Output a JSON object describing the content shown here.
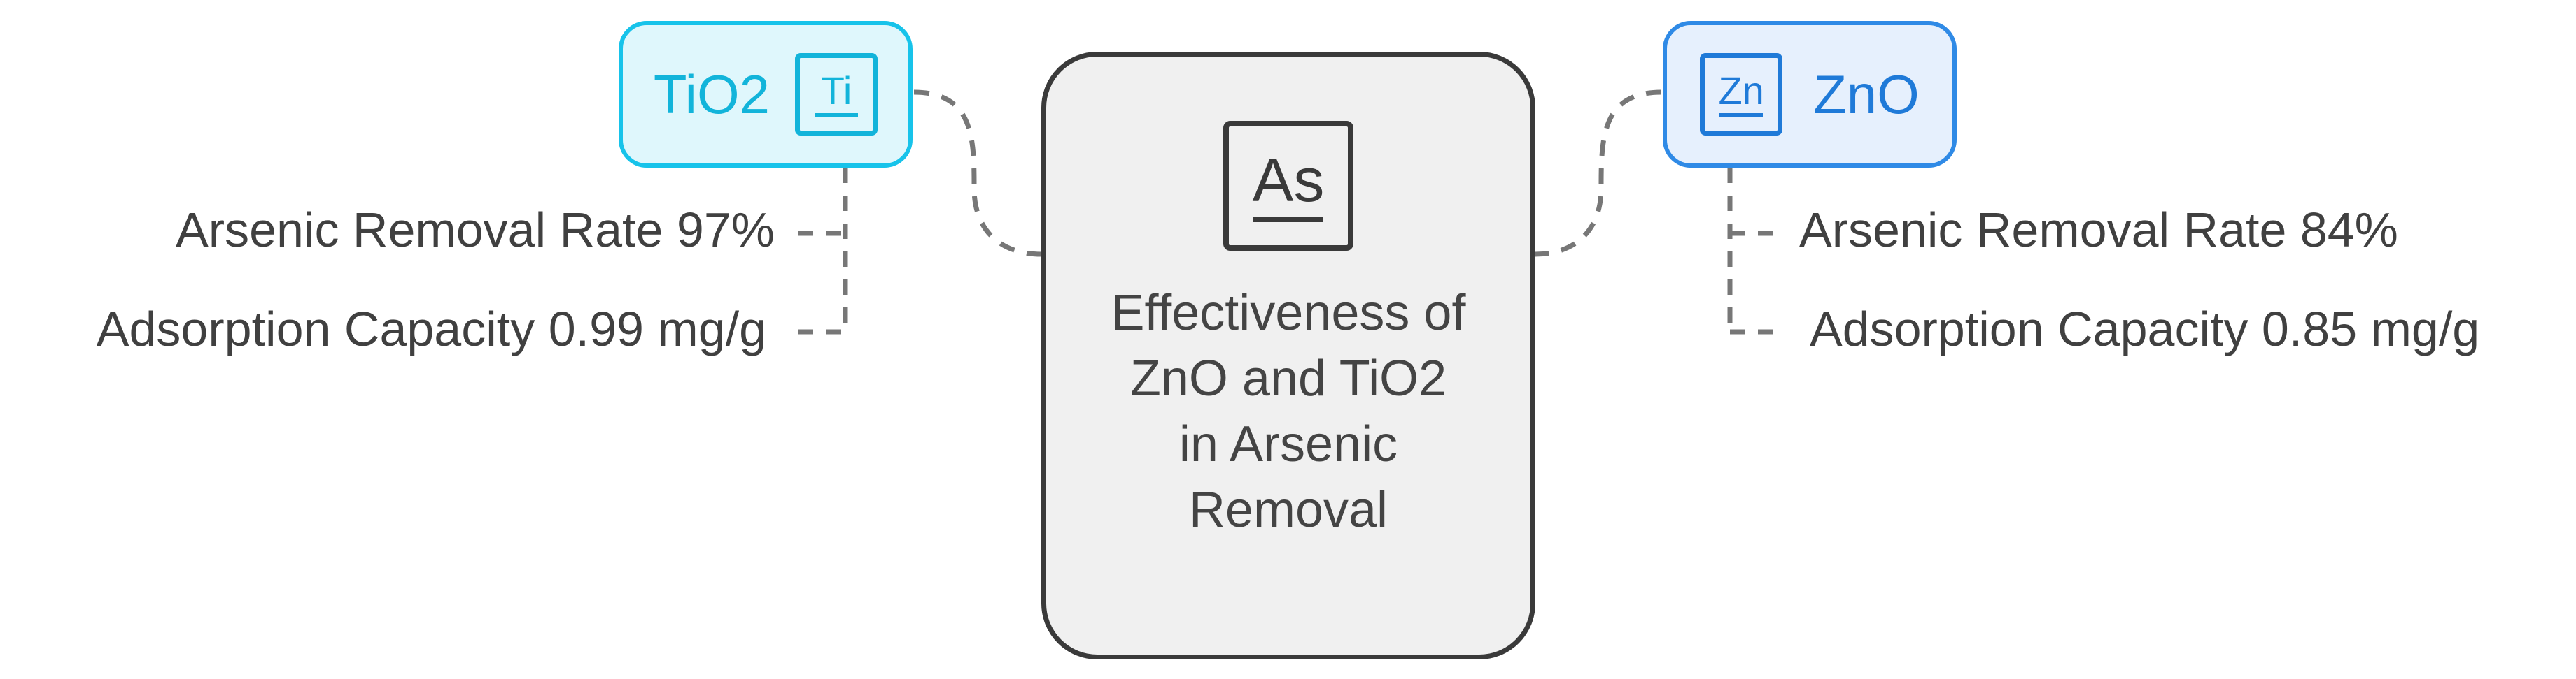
{
  "center": {
    "icon": "arsenic-element-icon",
    "icon_text": "As",
    "title": "Effectiveness of ZnO and TiO2 in Arsenic Removal"
  },
  "materials": {
    "tio2": {
      "label": "TiO2",
      "icon": "titanium-element-icon",
      "icon_text": "Ti",
      "color": "#17c3ea",
      "fill": "#dff7fc",
      "metrics": {
        "rate": "Arsenic Removal Rate 97%",
        "capacity": "Adsorption Capacity 0.99 mg/g"
      }
    },
    "zno": {
      "label": "ZnO",
      "icon": "zinc-element-icon",
      "icon_text": "Zn",
      "color": "#2f8ae6",
      "fill": "#e6f0fd",
      "metrics": {
        "rate": "Arsenic Removal Rate 84%",
        "capacity": "Adsorption Capacity 0.85 mg/g"
      }
    }
  },
  "colors": {
    "connector": "#777777",
    "center_border": "#3a3a3a",
    "center_fill": "#f0f0f0",
    "text": "#404040"
  }
}
